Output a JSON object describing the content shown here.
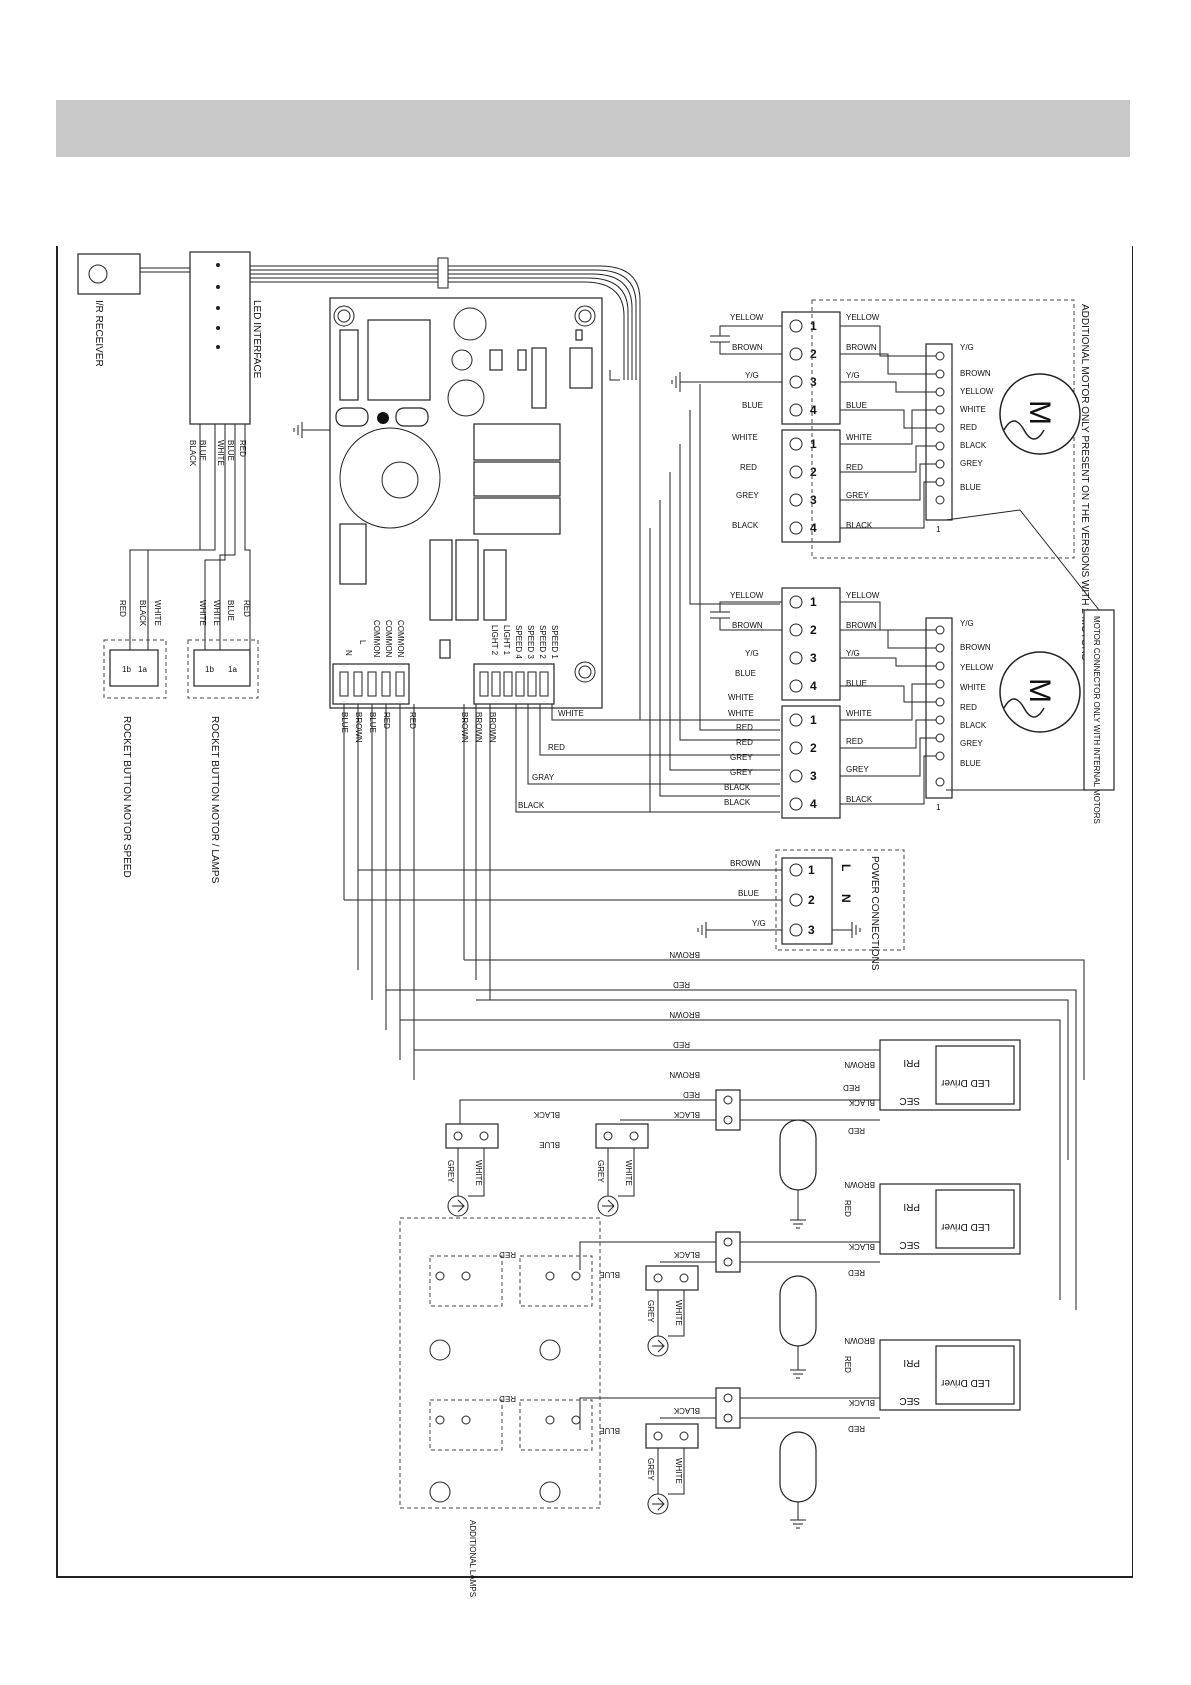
{
  "labels": {
    "ir_receiver": "I/R RECEIVER",
    "led_interface": "LED INTERFACE",
    "rocket_motor_speed": "ROCKET BUTTON MOTOR SPEED",
    "rocket_motor_lamps": "ROCKET BUTTON MOTOR / LAMPS",
    "additional_motor_note": "ADDITIONAL MOTOR ONLY PRESENT ON THE VERSIONS WITH 2 MOTORS",
    "motor_connector_note": "MOTOR CONNECTOR ONLY WITH INTERNAL MOTORS",
    "power_connections": "POWER CONNECTIONS",
    "additional_lamps": "ADDITIONAL LAMPS",
    "motor_symbol": "M",
    "led_driver": "LED Driver",
    "pri": "PRI",
    "sec": "SEC"
  },
  "wire_colors": {
    "yellow": "YELLOW",
    "brown": "BROWN",
    "yg": "Y/G",
    "blue": "BLUE",
    "white": "WHITE",
    "red": "RED",
    "grey": "GREY",
    "gray": "GRAY",
    "black": "BLACK"
  },
  "board_pins": {
    "speed": [
      "SPEED 1",
      "SPEED 2",
      "SPEED 3",
      "SPEED 4",
      "LIGHT 1",
      "LIGHT 2"
    ],
    "power": [
      "COMMON",
      "COMMON",
      "COMMON",
      "L",
      "N"
    ]
  },
  "terminal_numbers": [
    "1",
    "2",
    "3",
    "4"
  ],
  "power_terminals": [
    "L",
    "N"
  ]
}
